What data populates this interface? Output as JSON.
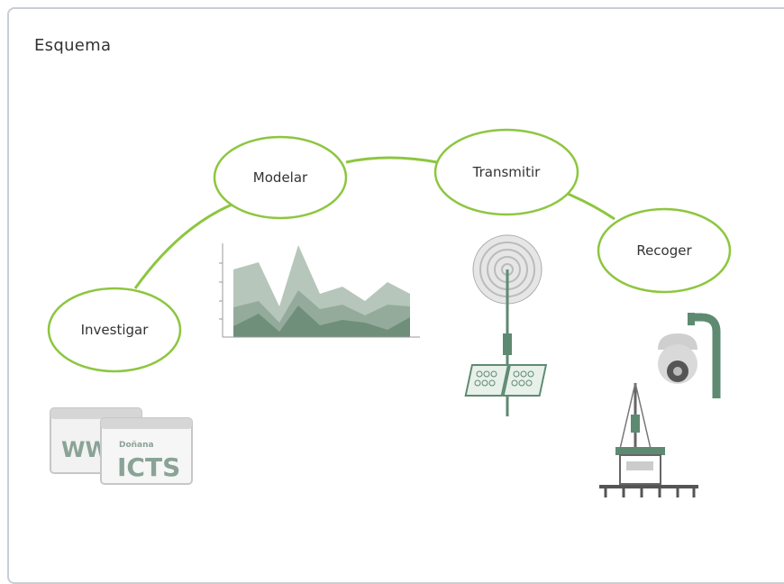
{
  "title": "Esquema",
  "nodes": {
    "investigar": "Investigar",
    "modelar": "Modelar",
    "transmitir": "Transmitir",
    "recoger": "Recoger"
  },
  "web_icons": {
    "back_label": "WW",
    "front_small": "Doñana",
    "front_big": "ICTS"
  },
  "colors": {
    "node_border": "#8dc63f",
    "connector": "#8dc63f",
    "icon_green": "#5e8a72",
    "chart_light": "#b6c6bb",
    "chart_mid": "#94ab9b",
    "chart_dark": "#6f8f7a"
  }
}
